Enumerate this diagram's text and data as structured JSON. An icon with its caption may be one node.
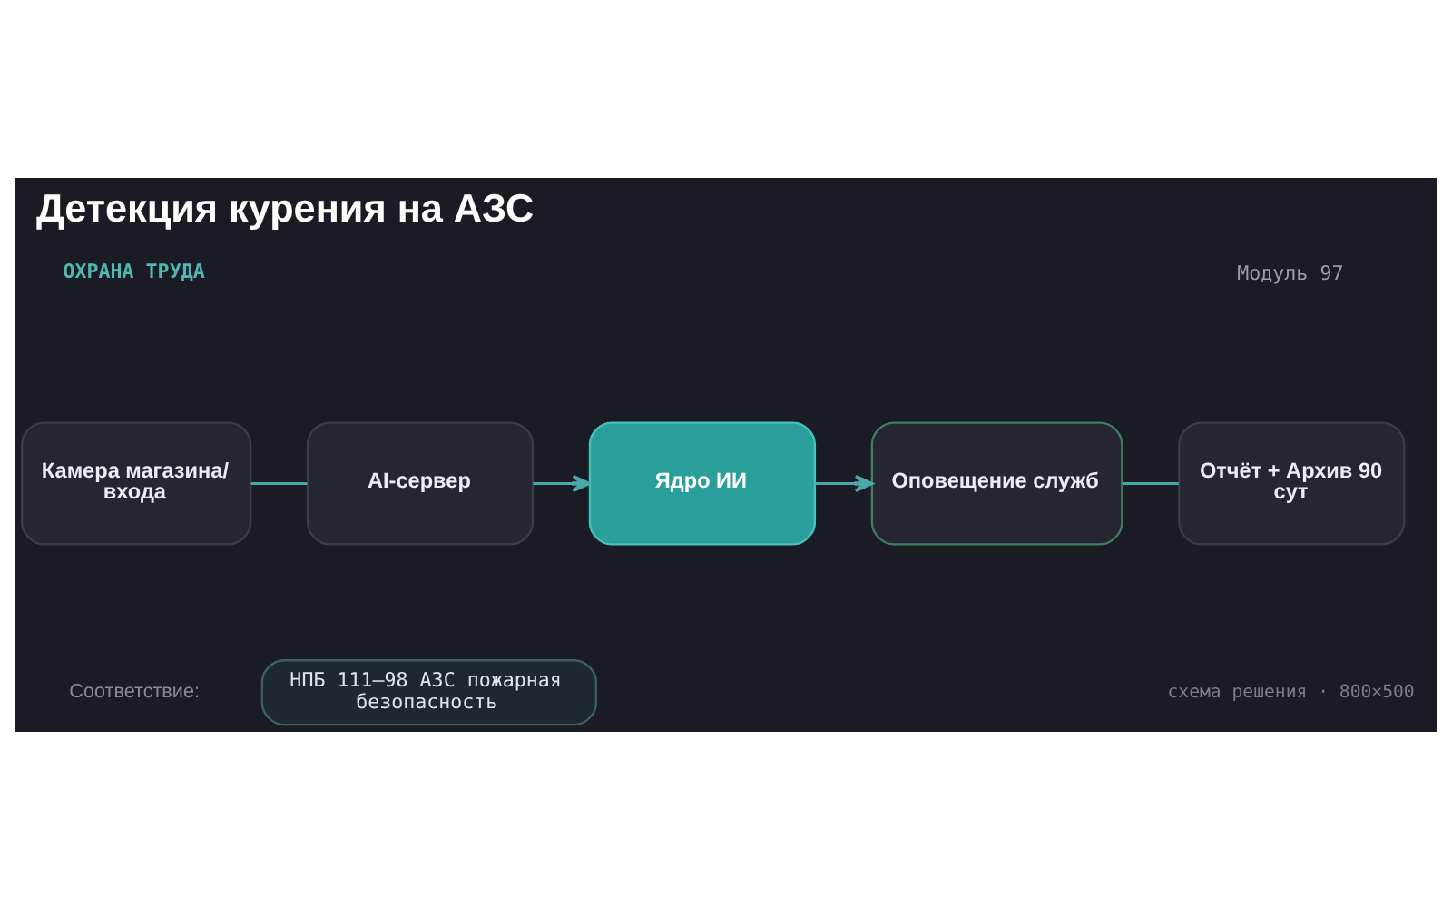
{
  "diagram": {
    "title": "Детекция курения на АЗС",
    "nodes": [
      {
        "text": [
          "Камера магазина/ входа"
        ]
      },
      {
        "text": [
          "AI-сервер"
        ]
      },
      {
        "text": [
          "Ядро ИИ"
        ]
      },
      {
        "text": [
          "Оповещение служб"
        ]
      },
      {
        "text": [
          "Отчёт + Архив 90 сут"
        ]
      },
      {
        "text": [
          "НПБ 111–98 АЗС пожарная безопасность"
        ],
        "beside": [
          "Соответствие:"
        ]
      }
    ],
    "edges": [
      {
        "from": 0,
        "to": 1,
        "arrow": "none"
      },
      {
        "from": 1,
        "to": 2,
        "arrow": "to"
      },
      {
        "from": 2,
        "to": 3,
        "arrow": "to"
      },
      {
        "from": 3,
        "to": 4,
        "arrow": "none"
      }
    ],
    "labels": [
      "ОХРАНА ТРУДА",
      "Модуль 97",
      "схема решения · 800×500"
    ]
  }
}
